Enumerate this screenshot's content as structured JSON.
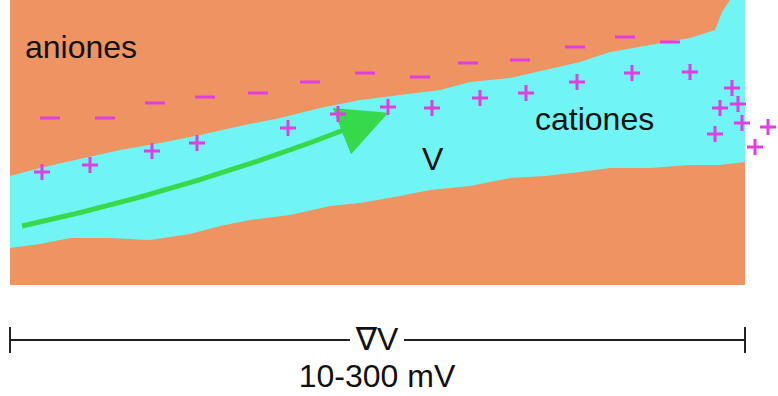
{
  "diagram": {
    "labels": [
      "aniones",
      "cationes",
      "V",
      "∇V",
      "10-300 mV"
    ]
  }
}
